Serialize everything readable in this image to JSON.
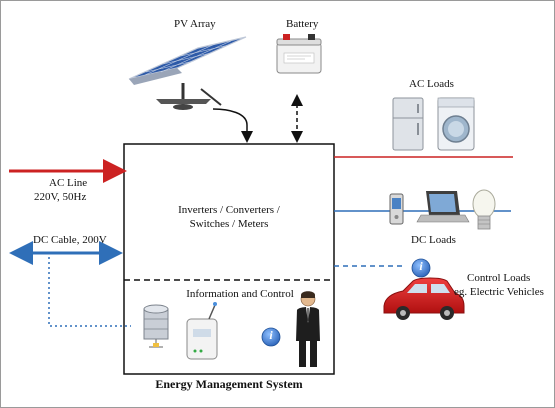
{
  "labels": {
    "pv_array": "PV Array",
    "battery": "Battery",
    "ac_loads": "AC Loads",
    "ac_line_1": "AC Line",
    "ac_line_2": "220V, 50Hz",
    "dc_cable": "DC Cable, 200V",
    "core_line_1": "Inverters / Converters /",
    "core_line_2": "Switches / Meters",
    "info_control": "Information and Control",
    "dc_loads": "DC Loads",
    "control_loads_1": "Control Loads",
    "control_loads_2": "eg. Electric Vehicles",
    "ems_title": "Energy Management System"
  },
  "icons": {
    "info_icon_glyph": "i",
    "info_icon_glyph_2": "i"
  },
  "colors": {
    "ac_red": "#cc2222",
    "dc_blue": "#2f6fb8",
    "info_blue": "#3f7fd0",
    "solar_panel": "#2d5aa8",
    "car_red": "#d81e1e"
  }
}
